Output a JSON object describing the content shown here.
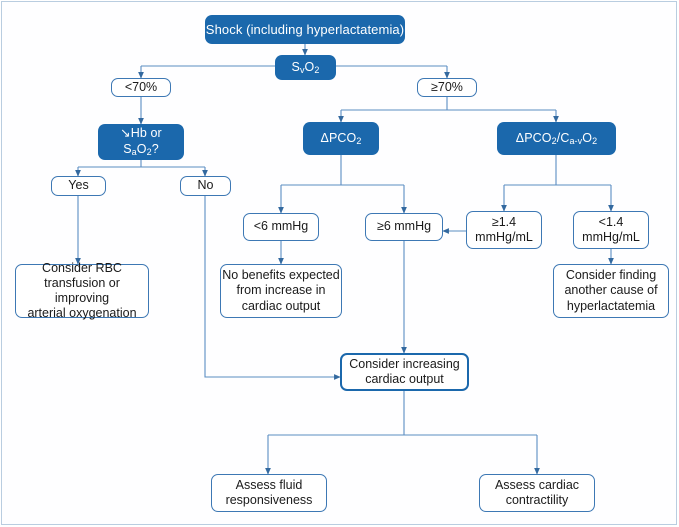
{
  "diagram": {
    "type": "flowchart",
    "title": "Shock (including hyperlactatemia) decision algorithm",
    "colors": {
      "filled_node_bg": "#1b68ac",
      "filled_node_text": "#ffffff",
      "outline_node_border": "#3d78b4",
      "emphasis_node_border": "#1b68ac",
      "connector": "#5b8dc2",
      "frame_border": "#b9cde0",
      "background": "#ffffff"
    },
    "nodes": {
      "root": {
        "label": "Shock (including hyperlactatemia)",
        "style": "filled"
      },
      "svo2": {
        "label_html": "S<sub>v</sub>O<sub>2</sub>",
        "label": "SvO2",
        "style": "filled"
      },
      "lt70": {
        "label": "<70%",
        "style": "outline"
      },
      "ge70": {
        "label": "≥70%",
        "style": "outline"
      },
      "hb": {
        "label_html": "↘Hb or<br>S<sub>a</sub>O<sub>2</sub>?",
        "label": "↘Hb or SaO2?",
        "style": "filled"
      },
      "dpco2": {
        "label_html": "ΔPCO<sub>2</sub>",
        "label": "ΔPCO2",
        "style": "filled"
      },
      "ratio": {
        "label_html": "ΔPCO<sub>2</sub>/C<sub>a-v</sub>O<sub>2</sub>",
        "label": "ΔPCO2/C(a-v)O2",
        "style": "filled"
      },
      "yes": {
        "label": "Yes",
        "style": "outline"
      },
      "no": {
        "label": "No",
        "style": "outline"
      },
      "lt6": {
        "label": "<6 mmHg",
        "style": "outline"
      },
      "ge6": {
        "label": "≥6 mmHg",
        "style": "outline"
      },
      "ge14": {
        "label": "≥1.4\nmmHg/mL",
        "style": "outline"
      },
      "lt14": {
        "label": "<1.4\nmmHg/mL",
        "style": "outline"
      },
      "rbc": {
        "label": "Consider RBC\ntransfusion or improving\narterial oxygenation",
        "style": "outline"
      },
      "nobenefit": {
        "label": "No benefits expected\nfrom increase in\ncardiac output",
        "style": "outline"
      },
      "othercause": {
        "label": "Consider finding\nanother cause of\nhyperlactatemia",
        "style": "outline"
      },
      "increaseco": {
        "label": "Consider increasing\ncardiac output",
        "style": "outline-thick"
      },
      "fluid": {
        "label": "Assess fluid\nresponsiveness",
        "style": "outline"
      },
      "contractility": {
        "label": "Assess cardiac\ncontractility",
        "style": "outline"
      }
    },
    "edges": [
      {
        "from": "root",
        "to": "svo2"
      },
      {
        "from": "svo2",
        "to": "lt70"
      },
      {
        "from": "svo2",
        "to": "ge70"
      },
      {
        "from": "lt70",
        "to": "hb"
      },
      {
        "from": "ge70",
        "to": "dpco2"
      },
      {
        "from": "ge70",
        "to": "ratio"
      },
      {
        "from": "hb",
        "to": "yes"
      },
      {
        "from": "hb",
        "to": "no"
      },
      {
        "from": "dpco2",
        "to": "lt6"
      },
      {
        "from": "dpco2",
        "to": "ge6"
      },
      {
        "from": "ratio",
        "to": "ge14"
      },
      {
        "from": "ratio",
        "to": "lt14"
      },
      {
        "from": "yes",
        "to": "rbc"
      },
      {
        "from": "lt6",
        "to": "nobenefit"
      },
      {
        "from": "ge14",
        "to": "ge6"
      },
      {
        "from": "lt14",
        "to": "othercause"
      },
      {
        "from": "ge6",
        "to": "increaseco"
      },
      {
        "from": "no",
        "to": "increaseco"
      },
      {
        "from": "increaseco",
        "to": "fluid"
      },
      {
        "from": "increaseco",
        "to": "contractility"
      }
    ]
  }
}
